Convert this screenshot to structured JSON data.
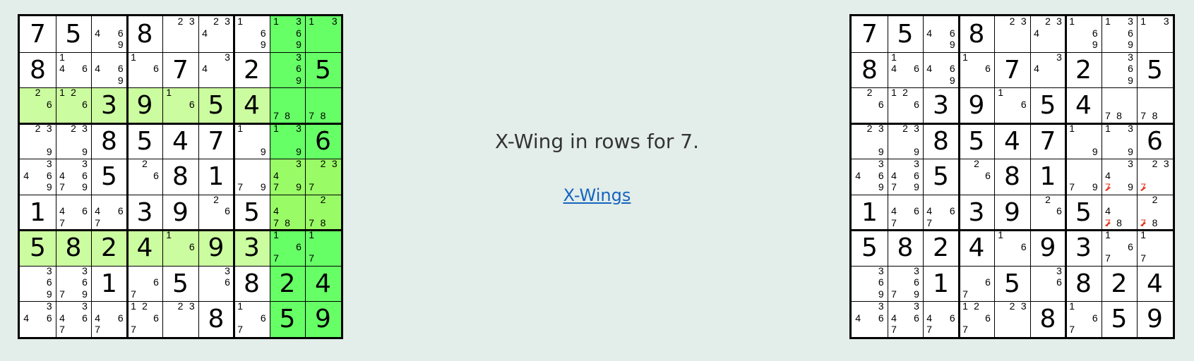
{
  "caption": "X-Wing in rows for 7.",
  "link_label": "X-Wings",
  "colors": {
    "highlight_light": "#ccfca0",
    "highlight_dark": "#66ff66",
    "elimination": "#e0301e"
  },
  "boards": [
    {
      "name": "before",
      "rows": [
        [
          "7",
          "5",
          [
            4,
            6,
            9
          ],
          "8",
          [
            2,
            3
          ],
          [
            2,
            3,
            4
          ],
          [
            1,
            6,
            9
          ],
          [
            1,
            3,
            6,
            9
          ],
          [
            1,
            3
          ]
        ],
        [
          "8",
          [
            1,
            4,
            6
          ],
          [
            4,
            6,
            9
          ],
          [
            1,
            6
          ],
          "7",
          [
            3,
            4
          ],
          "2",
          [
            3,
            6,
            9
          ],
          "5"
        ],
        [
          [
            2,
            6
          ],
          [
            1,
            2,
            6
          ],
          "3",
          "9",
          [
            1,
            6
          ],
          "5",
          "4",
          [
            7,
            8
          ],
          [
            7,
            8
          ]
        ],
        [
          [
            2,
            3,
            9
          ],
          [
            2,
            3,
            9
          ],
          "8",
          "5",
          "4",
          "7",
          [
            1,
            9
          ],
          [
            1,
            3,
            9
          ],
          "6"
        ],
        [
          [
            3,
            4,
            6,
            9
          ],
          [
            3,
            4,
            6,
            7,
            9
          ],
          "5",
          [
            2,
            6
          ],
          "8",
          "1",
          [
            7,
            9
          ],
          [
            3,
            4,
            7,
            9
          ],
          [
            2,
            3,
            7
          ]
        ],
        [
          "1",
          [
            4,
            6,
            7
          ],
          [
            4,
            6,
            7
          ],
          "3",
          "9",
          [
            2,
            6
          ],
          "5",
          [
            4,
            7,
            8
          ],
          [
            2,
            7,
            8
          ]
        ],
        [
          "5",
          "8",
          "2",
          "4",
          [
            1,
            6
          ],
          "9",
          "3",
          [
            1,
            6,
            7
          ],
          [
            1,
            7
          ]
        ],
        [
          [
            3,
            6,
            9
          ],
          [
            3,
            6,
            7,
            9
          ],
          "1",
          [
            6,
            7
          ],
          "5",
          [
            3,
            6
          ],
          "8",
          "2",
          "4"
        ],
        [
          [
            3,
            4,
            6
          ],
          [
            3,
            4,
            6,
            7
          ],
          [
            4,
            6,
            7
          ],
          [
            1,
            2,
            6,
            7
          ],
          [
            2,
            3
          ],
          "8",
          [
            1,
            6,
            7
          ],
          "5",
          "9"
        ]
      ],
      "highlights": {
        "light": [
          [
            2,
            0
          ],
          [
            2,
            1
          ],
          [
            2,
            2
          ],
          [
            2,
            3
          ],
          [
            2,
            4
          ],
          [
            2,
            5
          ],
          [
            2,
            6
          ],
          [
            6,
            0
          ],
          [
            6,
            1
          ],
          [
            6,
            2
          ],
          [
            6,
            3
          ],
          [
            6,
            4
          ],
          [
            6,
            5
          ],
          [
            6,
            6
          ]
        ],
        "mid": [
          [
            4,
            7
          ],
          [
            4,
            8
          ],
          [
            5,
            7
          ],
          [
            5,
            8
          ]
        ],
        "dark": [
          [
            0,
            7
          ],
          [
            0,
            8
          ],
          [
            1,
            7
          ],
          [
            1,
            8
          ],
          [
            2,
            7
          ],
          [
            2,
            8
          ],
          [
            3,
            7
          ],
          [
            3,
            8
          ],
          [
            6,
            7
          ],
          [
            6,
            8
          ],
          [
            7,
            7
          ],
          [
            7,
            8
          ],
          [
            8,
            7
          ],
          [
            8,
            8
          ]
        ]
      },
      "eliminations": []
    },
    {
      "name": "after",
      "rows": [
        [
          "7",
          "5",
          [
            4,
            6,
            9
          ],
          "8",
          [
            2,
            3
          ],
          [
            2,
            3,
            4
          ],
          [
            1,
            6,
            9
          ],
          [
            1,
            3,
            6,
            9
          ],
          [
            1,
            3
          ]
        ],
        [
          "8",
          [
            1,
            4,
            6
          ],
          [
            4,
            6,
            9
          ],
          [
            1,
            6
          ],
          "7",
          [
            3,
            4
          ],
          "2",
          [
            3,
            6,
            9
          ],
          "5"
        ],
        [
          [
            2,
            6
          ],
          [
            1,
            2,
            6
          ],
          "3",
          "9",
          [
            1,
            6
          ],
          "5",
          "4",
          [
            7,
            8
          ],
          [
            7,
            8
          ]
        ],
        [
          [
            2,
            3,
            9
          ],
          [
            2,
            3,
            9
          ],
          "8",
          "5",
          "4",
          "7",
          [
            1,
            9
          ],
          [
            1,
            3,
            9
          ],
          "6"
        ],
        [
          [
            3,
            4,
            6,
            9
          ],
          [
            3,
            4,
            6,
            7,
            9
          ],
          "5",
          [
            2,
            6
          ],
          "8",
          "1",
          [
            7,
            9
          ],
          [
            3,
            4,
            7,
            9
          ],
          [
            2,
            3,
            7
          ]
        ],
        [
          "1",
          [
            4,
            6,
            7
          ],
          [
            4,
            6,
            7
          ],
          "3",
          "9",
          [
            2,
            6
          ],
          "5",
          [
            4,
            7,
            8
          ],
          [
            2,
            7,
            8
          ]
        ],
        [
          "5",
          "8",
          "2",
          "4",
          [
            1,
            6
          ],
          "9",
          "3",
          [
            1,
            6,
            7
          ],
          [
            1,
            7
          ]
        ],
        [
          [
            3,
            6,
            9
          ],
          [
            3,
            6,
            7,
            9
          ],
          "1",
          [
            6,
            7
          ],
          "5",
          [
            3,
            6
          ],
          "8",
          "2",
          "4"
        ],
        [
          [
            3,
            4,
            6
          ],
          [
            3,
            4,
            6,
            7
          ],
          [
            4,
            6,
            7
          ],
          [
            1,
            2,
            6,
            7
          ],
          [
            2,
            3
          ],
          "8",
          [
            1,
            6,
            7
          ],
          "5",
          "9"
        ]
      ],
      "highlights": {
        "light": [],
        "mid": [],
        "dark": []
      },
      "eliminations": [
        [
          4,
          7,
          7
        ],
        [
          4,
          8,
          7
        ],
        [
          5,
          7,
          7
        ],
        [
          5,
          8,
          7
        ]
      ]
    }
  ]
}
